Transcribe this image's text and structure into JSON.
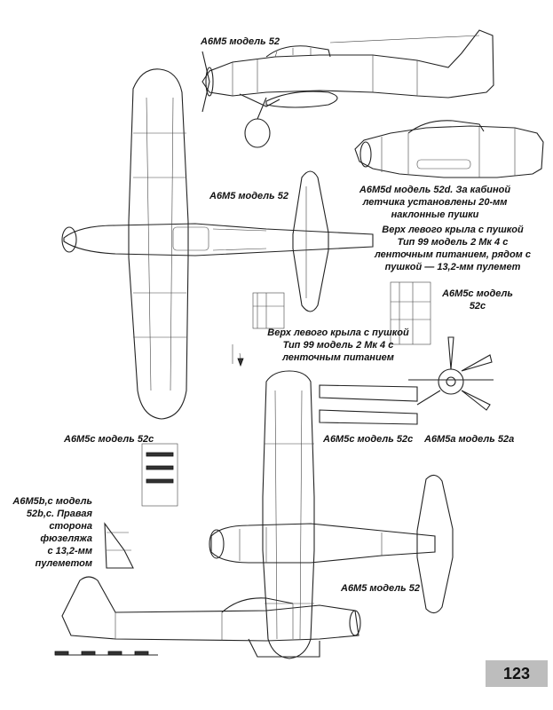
{
  "captions": {
    "top_side": "A6M5 модель 52",
    "top_plan": "A6M5 модель 52",
    "m52d_line1": "A6M5d модель 52d. За кабиной",
    "m52d_line2": "летчика установлены 20-мм",
    "m52d_line3": "наклонные пушки",
    "wing_top_1_l1": "Верх левого крыла с пушкой",
    "wing_top_1_l2": "Тип 99 модель 2 Мк 4 с",
    "wing_top_1_l3": "ленточным питанием, рядом с",
    "wing_top_1_l4": "пушкой — 13,2-мм пулемет",
    "m52c_right_l1": "A6M5c модель",
    "m52c_right_l2": "52c",
    "wing_top_2_l1": "Верх левого крыла с пушкой",
    "wing_top_2_l2": "Тип 99 модель 2 Мк 4 с",
    "wing_top_2_l3": "ленточным питанием",
    "m52c_left": "A6M5c модель 52c",
    "m52c_mid": "A6M5c модель 52c",
    "m52a": "A6M5a модель 52a",
    "m52b_l1": "A6M5b,c модель",
    "m52b_l2": "52b,c. Правая",
    "m52b_l3": "сторона фюзеляжа",
    "m52b_l4": "с 13,2-мм",
    "m52b_l5": "пулеметом",
    "bottom_plan": "A6M5 модель 52"
  },
  "page_number": "123"
}
